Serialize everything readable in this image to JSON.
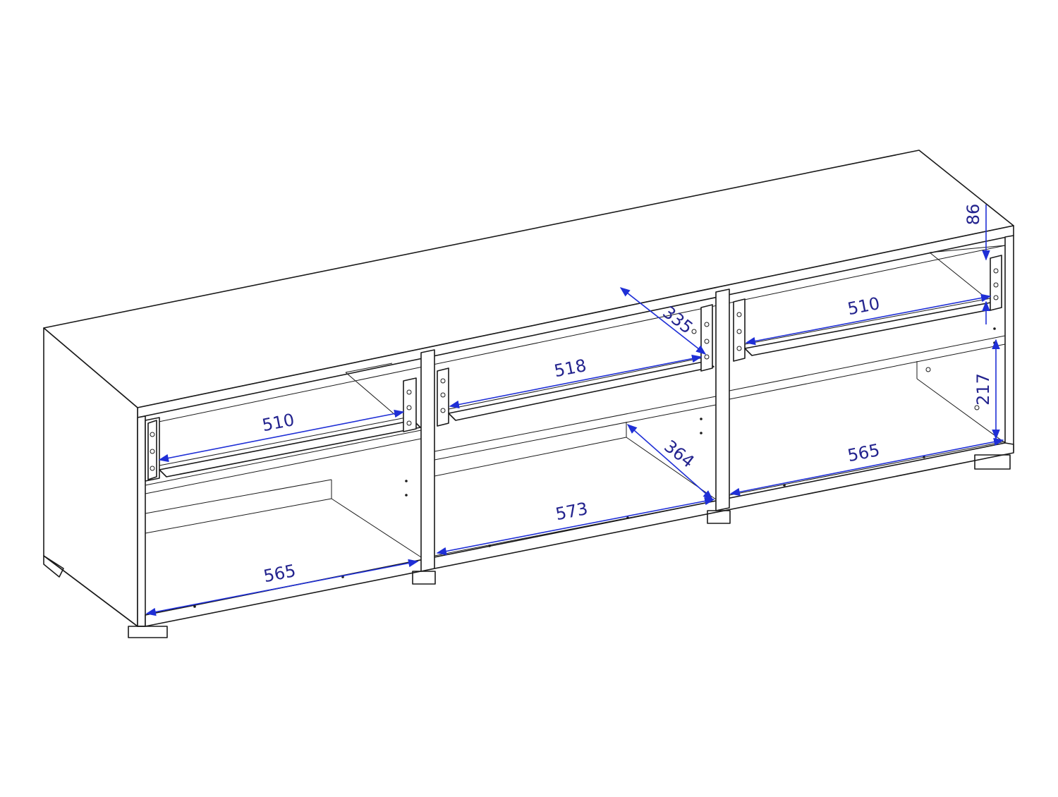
{
  "colors": {
    "dimension": "#1f2fd6",
    "dimension_text": "#23238e",
    "line": "#1a1a1a",
    "background": "#ffffff"
  },
  "dimensions": {
    "left_drawer_width": "510",
    "middle_drawer_width": "518",
    "right_drawer_width": "510",
    "drawer_depth": "335",
    "drawer_front_height": "86",
    "right_shelf_height": "217",
    "middle_shelf_depth": "364",
    "left_bottom_width": "565",
    "middle_bottom_width": "573",
    "right_bottom_width": "565"
  }
}
